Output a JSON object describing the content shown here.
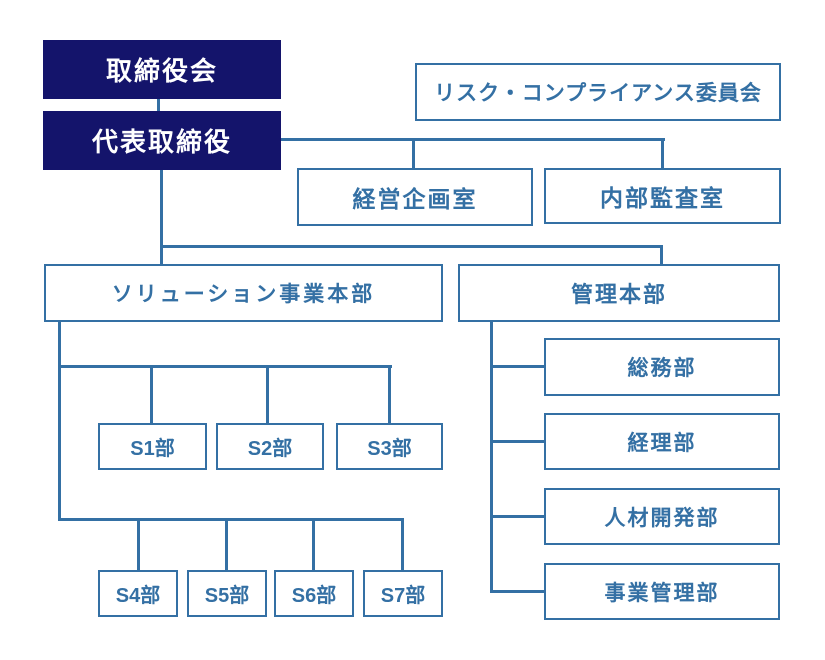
{
  "diagram": {
    "type": "org-chart",
    "colors": {
      "navy": "#14146b",
      "blue": "#3470a4",
      "background": "#ffffff",
      "navy_box_text": "#ffffff"
    },
    "nodes": {
      "board": "取締役会",
      "ceo": "代表取締役",
      "risk_committee": "リスク・コンプライアンス委員会",
      "corporate_planning": "経営企画室",
      "internal_audit": "内部監査室",
      "solutions_division": "ソリューション事業本部",
      "admin_division": "管理本部",
      "s1": "S1部",
      "s2": "S2部",
      "s3": "S3部",
      "s4": "S4部",
      "s5": "S5部",
      "s6": "S6部",
      "s7": "S7部",
      "general_affairs": "総務部",
      "accounting": "経理部",
      "hr_development": "人材開発部",
      "business_management": "事業管理部"
    }
  }
}
